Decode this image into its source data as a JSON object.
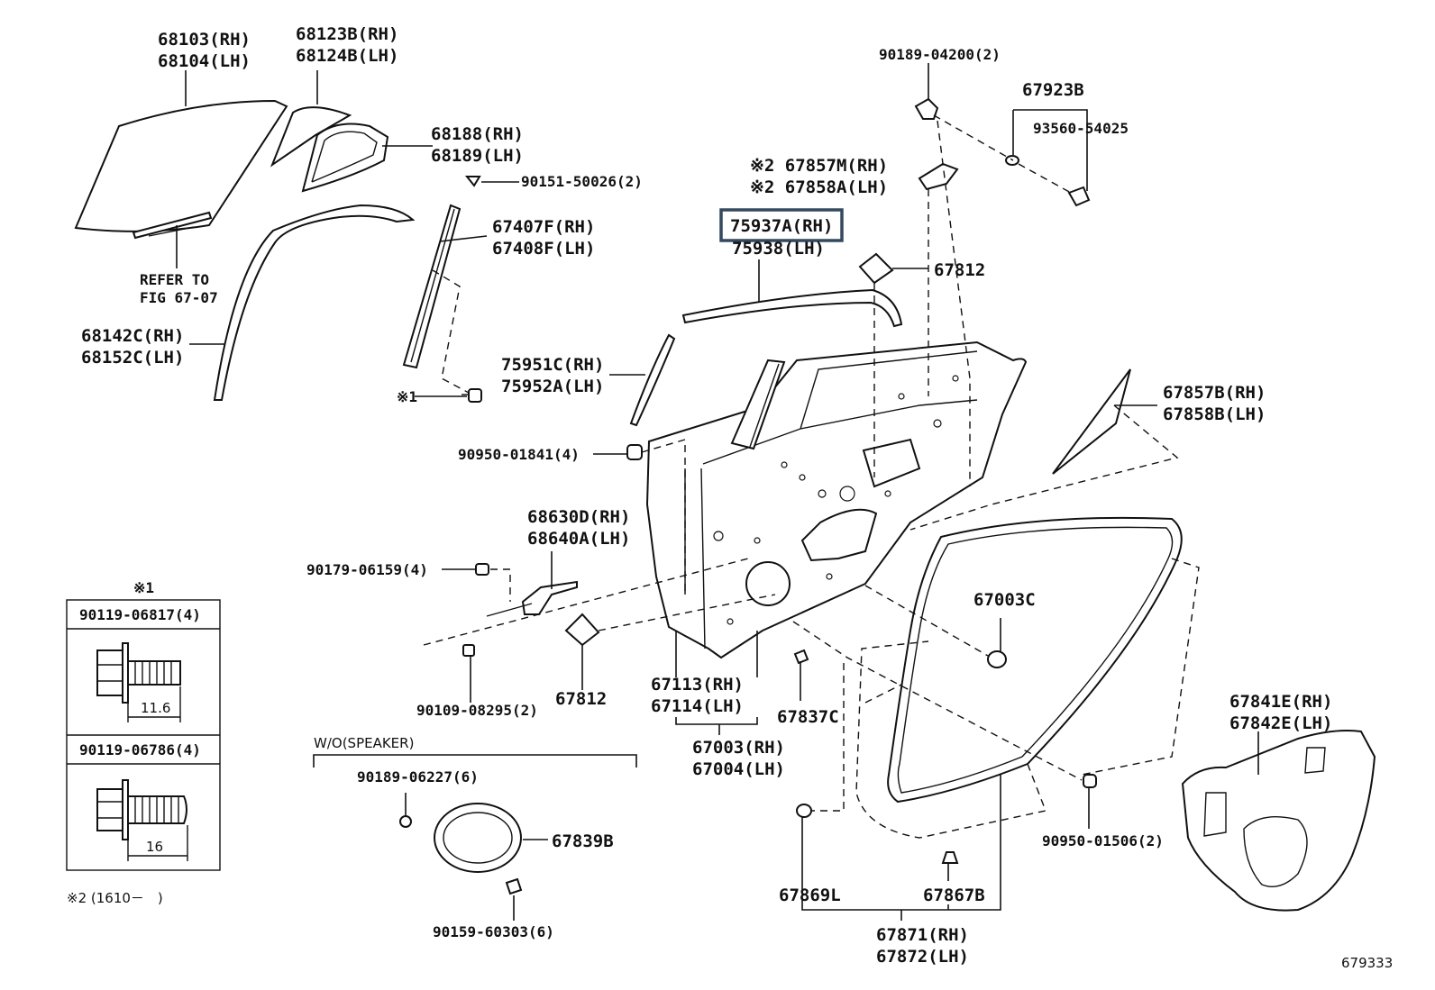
{
  "labels": {
    "glass_rh": "68103(RH)",
    "glass_lh": "68104(LH)",
    "quarter_rh": "68123B(RH)",
    "quarter_lh": "68124B(LH)",
    "qwstrip_rh": "68188(RH)",
    "qwstrip_lh": "68189(LH)",
    "screw_90151": "90151-50026(2)",
    "channel_rh": "67407F(RH)",
    "channel_lh": "67408F(LH)",
    "refer_1": "REFER TO",
    "refer_2": "FIG 67-07",
    "run_rh": "68142C(RH)",
    "run_lh": "68152C(LH)",
    "note1_bolt": "※1",
    "mold_rh": "75951C(RH)",
    "mold_lh": "75952A(LH)",
    "belt_rh": "75937A(RH)",
    "belt_lh": "75938(LH)",
    "clip_90189_top": "90189-04200(2)",
    "cover_67923": "67923B",
    "screw_93560": "93560-54025",
    "hinge_rh": "※2 67857M(RH)",
    "hinge_lh": "※2 67858A(LH)",
    "seal_67812_top": "67812",
    "garnish_rh": "67857B(RH)",
    "garnish_lh": "67858B(LH)",
    "nut_90950_top": "90950-01841(4)",
    "check_rh": "68630D(RH)",
    "check_lh": "68640A(LH)",
    "bolt_90179": "90179-06159(4)",
    "bolt_90109": "90109-08295(2)",
    "seal_67812_bot": "67812",
    "hinge_w_rh": "67113(RH)",
    "hinge_w_lh": "67114(LH)",
    "clip_67837": "67837C",
    "door_rh": "67003(RH)",
    "door_lh": "67004(LH)",
    "cushion_67003c": "67003C",
    "trim_rh": "67841E(RH)",
    "trim_lh": "67842E(LH)",
    "nut_90950_bot": "90950-01506(2)",
    "clip_67869": "67869L",
    "clip_67867": "67867B",
    "wstrip_rh": "67871(RH)",
    "wstrip_lh": "67872(LH)",
    "wo_speaker": "W/O(SPEAKER)",
    "clip_90189_spk": "90189-06227(6)",
    "speaker_67839": "67839B",
    "screw_90159": "90159-60303(6)",
    "ref_no": "679333"
  },
  "table": {
    "note_mark": "※1",
    "row1_label": "90119-06817(4)",
    "row1_dim": "11.6",
    "row2_label": "90119-06786(4)",
    "row2_dim": "16"
  },
  "footnote": "※2 (1610－　)"
}
